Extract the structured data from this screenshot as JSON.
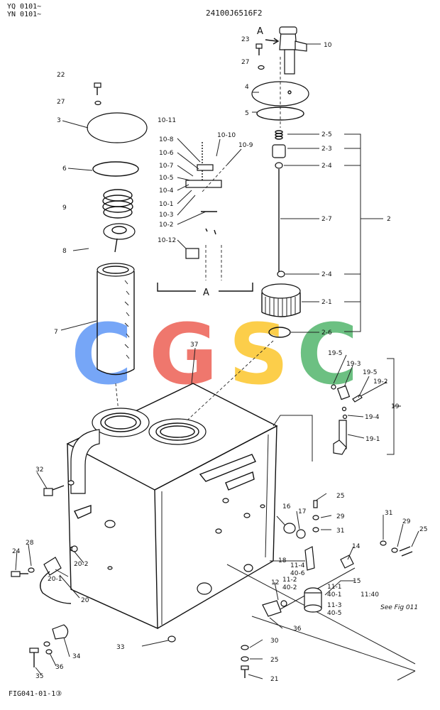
{
  "header": {
    "model_line1": "YQ 0101~",
    "model_line2": "YN 0101~",
    "part_number": "24100J6516F2"
  },
  "footer": {
    "figure_id": "FIG041-01-1③"
  },
  "watermark": {
    "letters": [
      {
        "char": "C",
        "color": "#4285F4"
      },
      {
        "char": "G",
        "color": "#EA4335"
      },
      {
        "char": "S",
        "color": "#FBBC05"
      },
      {
        "char": "C",
        "color": "#34A853"
      }
    ]
  },
  "view": {
    "label": "A",
    "arrow_label": "A"
  },
  "reference": {
    "see_fig": "See Fig 011"
  },
  "callouts": {
    "c10": "10",
    "c23": "23",
    "c27a": "27",
    "c4": "4",
    "c5": "5",
    "c22": "22",
    "c27b": "27",
    "c3": "3",
    "c6": "6",
    "c9": "9",
    "c8": "8",
    "c7": "7",
    "c10_11": "10-11",
    "c10_10": "10-10",
    "c10_9": "10-9",
    "c10_8": "10-8",
    "c10_6": "10-6",
    "c10_7": "10-7",
    "c10_5": "10-5",
    "c10_4": "10-4",
    "c10_1": "10-1",
    "c10_3": "10-3",
    "c10_2": "10-2",
    "c10_12": "10-12",
    "c2_5": "2-5",
    "c2_3": "2-3",
    "c2_4a": "2-4",
    "c2_7": "2-7",
    "c2": "2",
    "c2_4b": "2-4",
    "c2_1": "2-1",
    "c2_6": "2-6",
    "c37": "37",
    "c19_5a": "19-5",
    "c19_3": "19-3",
    "c19_5b": "19-5",
    "c19_2": "19-2",
    "c19": "19",
    "c19_4": "19-4",
    "c19_1": "19-1",
    "c32": "32",
    "c25a": "25",
    "c16": "16",
    "c17": "17",
    "c29a": "29",
    "c31a": "31",
    "c31b": "31",
    "c29b": "29",
    "c25b": "25",
    "c24": "24",
    "c28": "28",
    "c20_2": "20-2",
    "c20_1": "20-1",
    "c20": "20",
    "c18": "18",
    "c14": "14",
    "c11_4": "11-4",
    "c40_6": "40-6",
    "c11_2": "11-2",
    "c40_2": "40-2",
    "c15": "15",
    "c11_1": "11-1",
    "c40_1": "40-1",
    "c11_40": "11:40",
    "c12": "12",
    "c11_3": "11-3",
    "c40_5": "40-5",
    "c36a": "36",
    "c33": "33",
    "c30": "30",
    "c25c": "25",
    "c21": "21",
    "c34": "34",
    "c36b": "36",
    "c35": "35"
  }
}
